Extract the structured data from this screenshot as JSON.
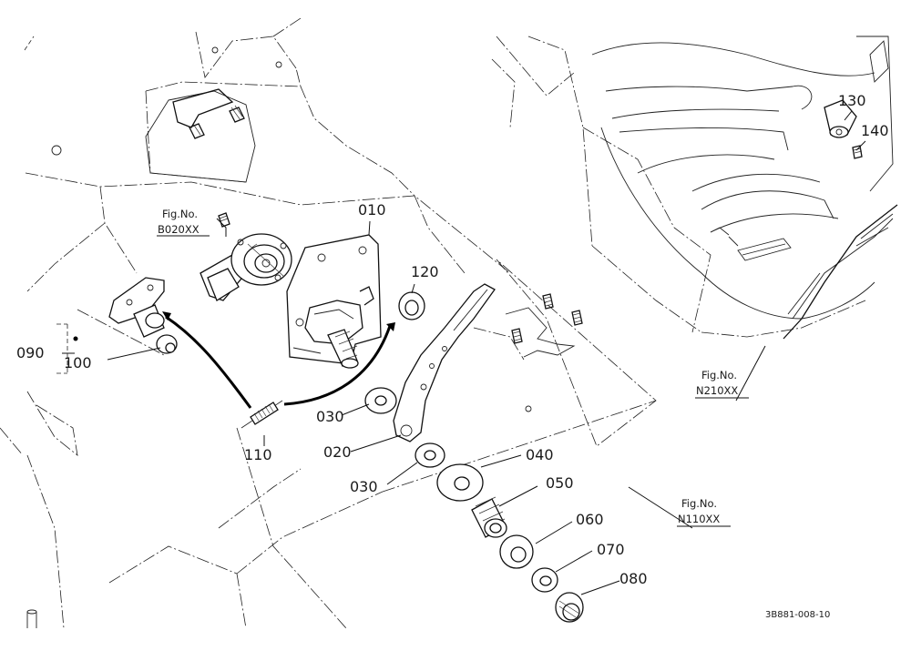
{
  "callouts": {
    "p010": "010",
    "p020": "020",
    "p030a": "030",
    "p030b": "030",
    "p040": "040",
    "p050": "050",
    "p060": "060",
    "p070": "070",
    "p080": "080",
    "p090": "090",
    "p100": "100",
    "p110": "110",
    "p120": "120",
    "p130": "130",
    "p140": "140"
  },
  "fig_refs": {
    "b020": {
      "prefix": "Fig.No.",
      "code": "B020XX"
    },
    "n210": {
      "prefix": "Fig.No.",
      "code": "N210XX"
    },
    "n110": {
      "prefix": "Fig.No.",
      "code": "N110XX"
    }
  },
  "drawing_code": "3B881-008-10"
}
